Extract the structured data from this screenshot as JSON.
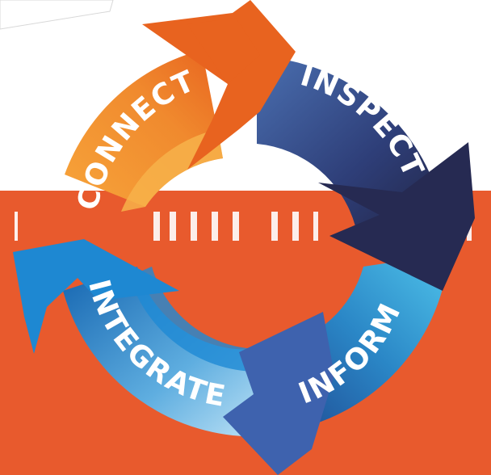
{
  "diagram": {
    "stages": [
      {
        "id": "connect",
        "label": "CONNECT"
      },
      {
        "id": "inspect",
        "label": "INSPECT"
      },
      {
        "id": "inform",
        "label": "INFORM"
      },
      {
        "id": "integrate",
        "label": "INTEGRATE"
      }
    ],
    "colors": {
      "background_band": "#E85A2D",
      "connect_arrow": "#E8631F",
      "connect_ring_light": "#F7A43A",
      "inspect_ring": "#3E5A9E",
      "inspect_arrow": "#262A52",
      "inform_ring": "#2E86C8",
      "inform_arrow": "#3E62AE",
      "integrate_ring": "#1B7CC4",
      "integrate_arrow": "#1E88D2",
      "label": "#FFFFFF"
    }
  }
}
